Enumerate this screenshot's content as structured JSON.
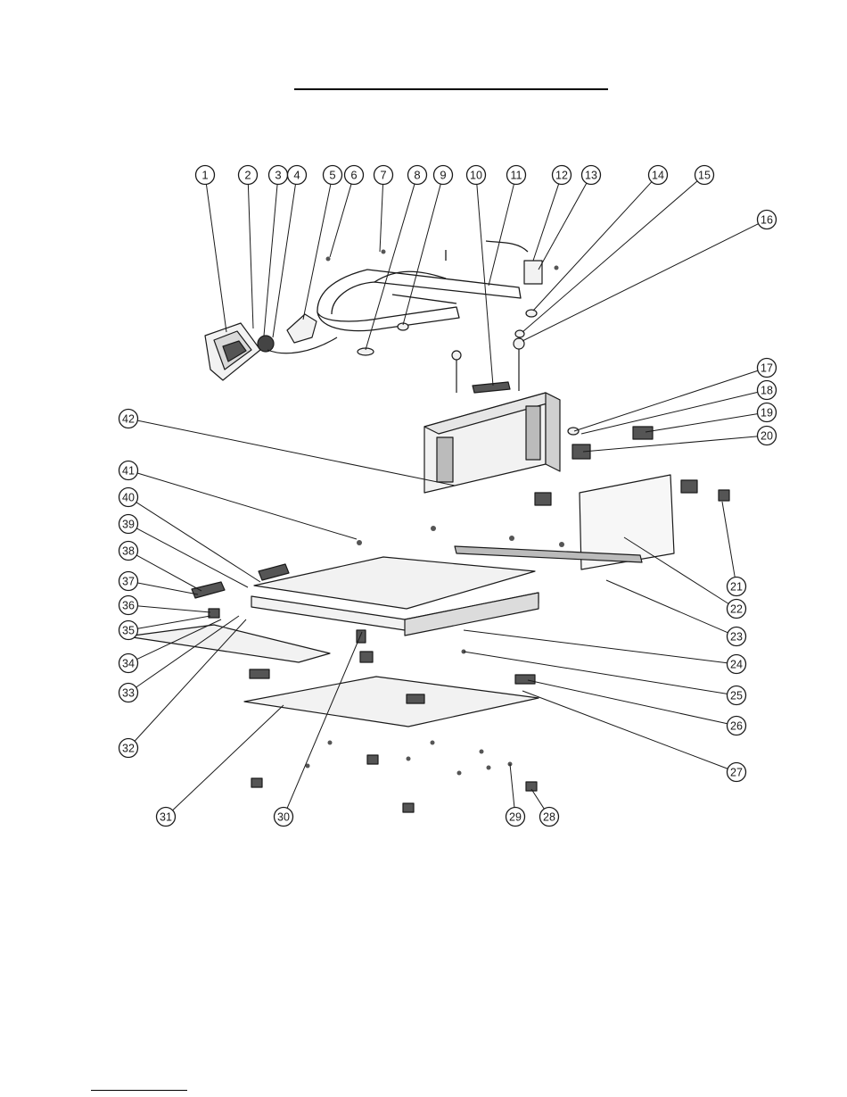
{
  "diagram": {
    "callout_labels": [
      "1",
      "2",
      "3",
      "4",
      "5",
      "6",
      "7",
      "8",
      "9",
      "10",
      "11",
      "12",
      "13",
      "14",
      "15",
      "16",
      "17",
      "18",
      "19",
      "20",
      "21",
      "22",
      "23",
      "24",
      "25",
      "26",
      "27",
      "28",
      "29",
      "30",
      "31",
      "32",
      "33",
      "34",
      "35",
      "36",
      "37",
      "38",
      "39",
      "40",
      "41",
      "42"
    ]
  },
  "colors": {
    "ink": "#1a1a1a",
    "part_fill": "#f2f2f2",
    "part_dark": "#8a8a8a"
  }
}
